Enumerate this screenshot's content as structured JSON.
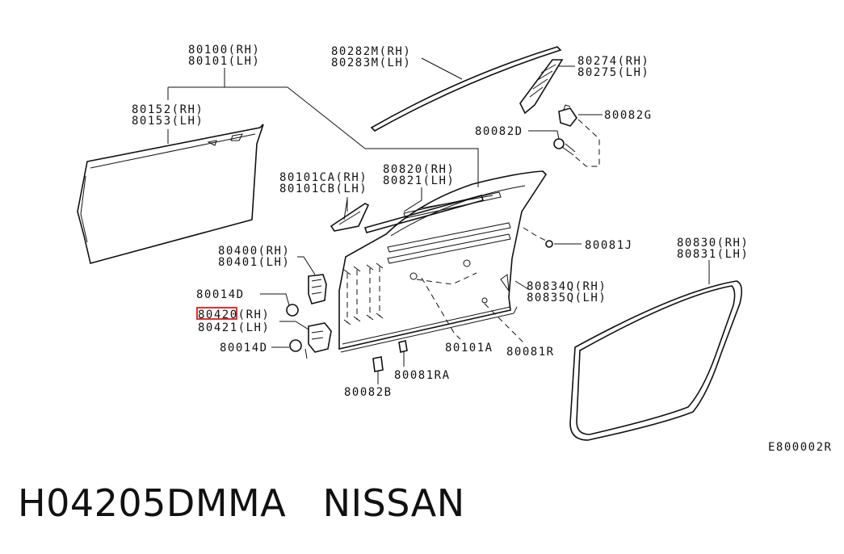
{
  "labels": {
    "p80100": "80100(RH)",
    "p80101": "80101(LH)",
    "p80152": "80152(RH)",
    "p80153": "80153(LH)",
    "p80282m": "80282M(RH)",
    "p80283m": "80283M(LH)",
    "p80274": "80274(RH)",
    "p80275": "80275(LH)",
    "p80082g": "80082G",
    "p80082d": "80082D",
    "p80820": "80820(RH)",
    "p80821": "80821(LH)",
    "p80101ca": "80101CA(RH)",
    "p80101cb": "80101CB(LH)",
    "p80081j": "80081J",
    "p80400": "80400(RH)",
    "p80401": "80401(LH)",
    "p80830": "80830(RH)",
    "p80831": "80831(LH)",
    "p80014d_top": "80014D",
    "p80834q": "80834Q(RH)",
    "p80835q": "80835Q(LH)",
    "p80420": "80420(RH)",
    "p80421": "80421(LH)",
    "p80014d_bottom": "80014D",
    "p80101a": "80101A",
    "p80081r": "80081R",
    "p80081ra": "80081RA",
    "p80082b": "80082B",
    "diagram_code": "E800002R"
  },
  "caption": {
    "part_number": "H04205DMMA",
    "brand": "NISSAN"
  },
  "colors": {
    "line": "#111111",
    "highlight": "#e03030"
  }
}
